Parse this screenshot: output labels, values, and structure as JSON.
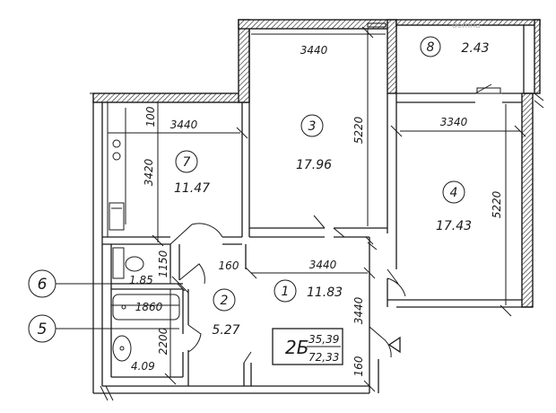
{
  "rooms": [
    {
      "id": "1",
      "area": "11.83"
    },
    {
      "id": "2",
      "area": "5.27"
    },
    {
      "id": "3",
      "area": "17.96"
    },
    {
      "id": "4",
      "area": "17.43"
    },
    {
      "id": "7",
      "area": "11.47"
    },
    {
      "id": "8",
      "area": "2.43"
    }
  ],
  "unlabeled_areas": {
    "wc": "1.85",
    "bath": "4.09"
  },
  "callouts": [
    {
      "id": "6"
    },
    {
      "id": "5"
    }
  ],
  "dimensions": {
    "room3_width": "3440",
    "room3_depth": "5220",
    "room7_width": "3440",
    "room7_offset": "100",
    "room7_depth": "3420",
    "room4_width": "3340",
    "room4_depth": "5220",
    "corridor_wall": "160",
    "room1_width": "3440",
    "room1_depth": "3440",
    "wc_depth": "1150",
    "bath_width": "1860",
    "bath_depth": "2200",
    "entry_wall": "160"
  },
  "apartment_stamp": {
    "type": "2Б",
    "living_area": "35,39",
    "total_area": "72,33"
  },
  "watermark": "domria"
}
